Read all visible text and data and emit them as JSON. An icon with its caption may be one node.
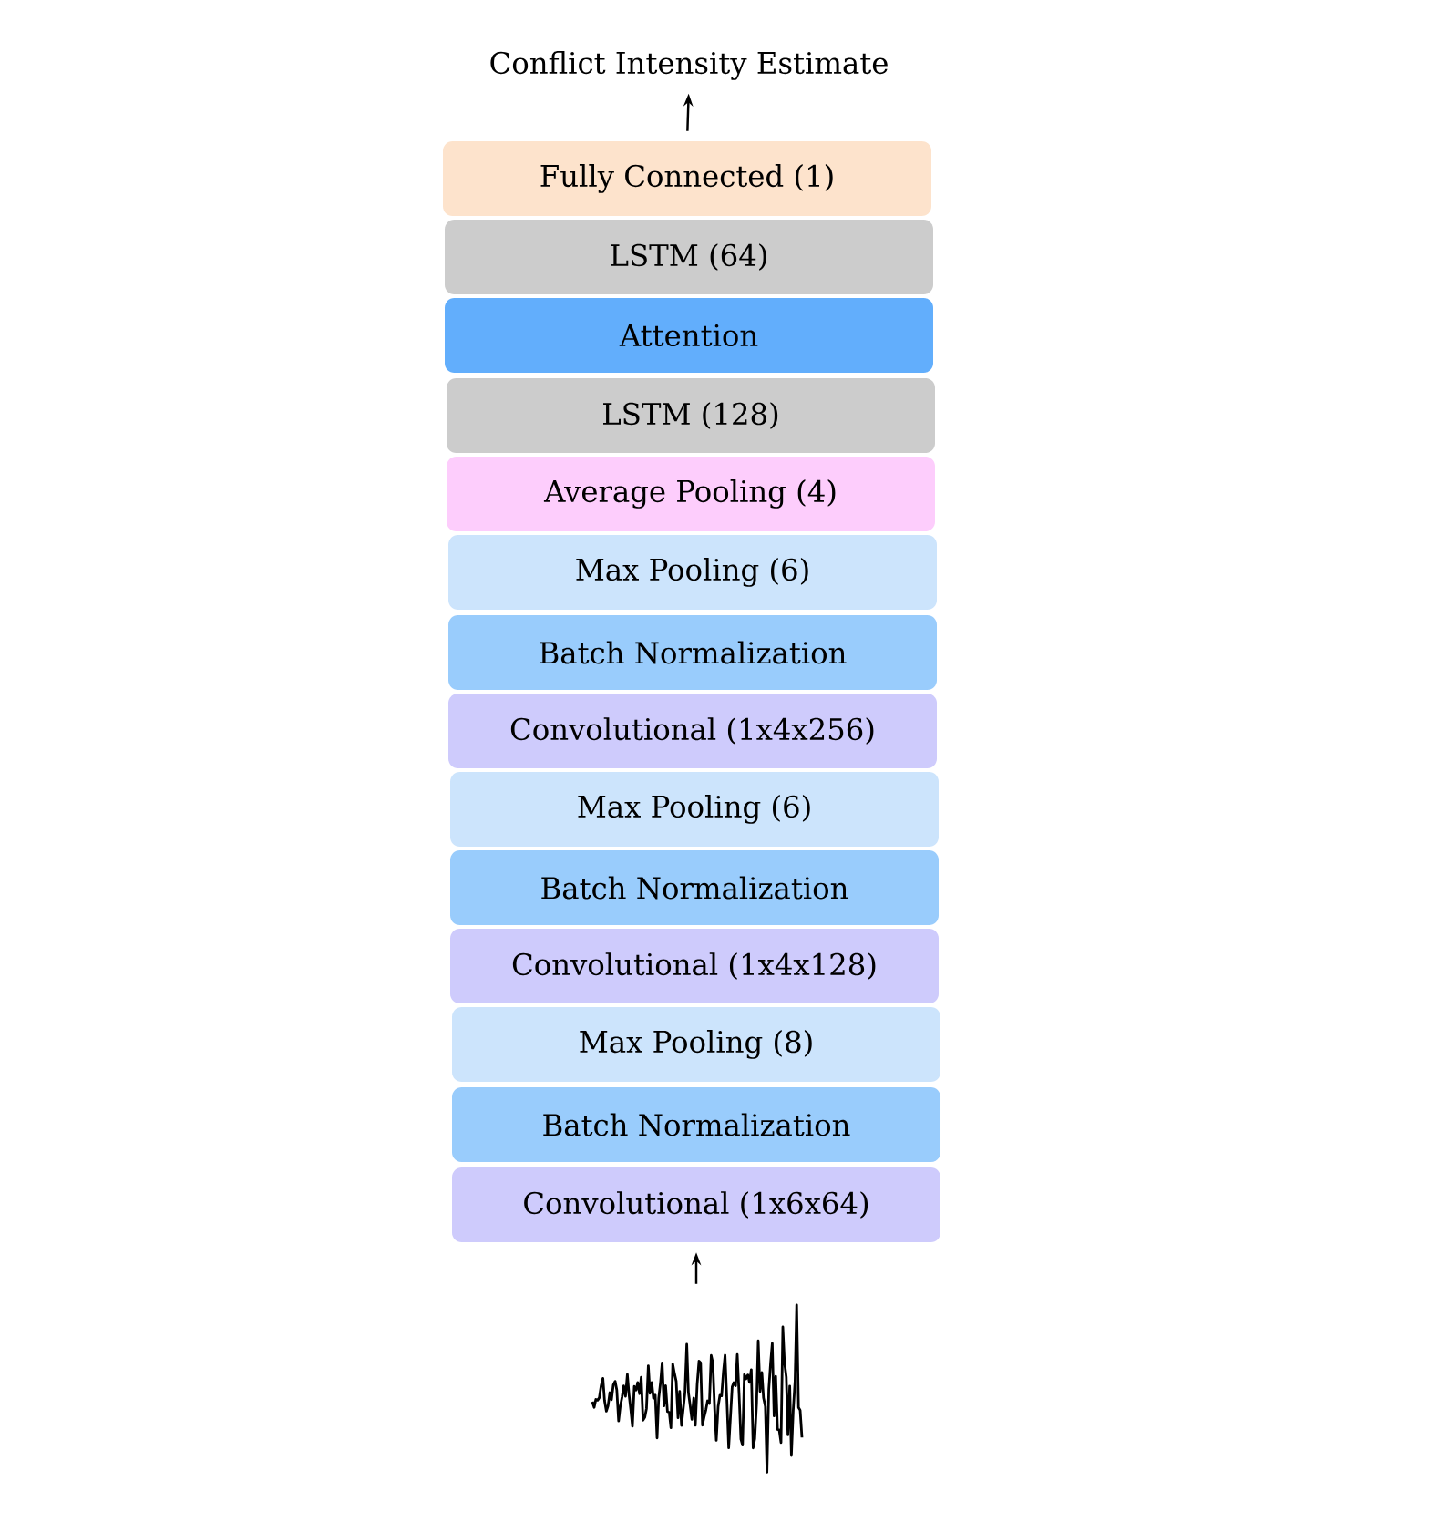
{
  "diagram": {
    "nodes": [
      {
        "text": [
          "Conflict Intensity Estimate"
        ]
      },
      {
        "text": [
          "Fully Connected (1)"
        ]
      },
      {
        "text": [
          "LSTM (64)"
        ]
      },
      {
        "text": [
          "Attention"
        ]
      },
      {
        "text": [
          "LSTM (128)"
        ]
      },
      {
        "text": [
          "Average Pooling (4)"
        ]
      },
      {
        "text": [
          "Max Pooling (6)"
        ]
      },
      {
        "text": [
          "Batch Normalization"
        ]
      },
      {
        "text": [
          "Convolutional (1x4x256)"
        ]
      },
      {
        "text": [
          "Max Pooling (6)"
        ]
      },
      {
        "text": [
          "Batch Normalization"
        ]
      },
      {
        "text": [
          "Convolutional (1x4x128)"
        ]
      },
      {
        "text": [
          "Max Pooling (8)"
        ]
      },
      {
        "text": [
          "Batch Normalization"
        ]
      },
      {
        "text": [
          "Convolutional (1x6x64)"
        ]
      },
      {
        "text": [],
        "shape": "picture"
      }
    ],
    "edges": [
      {
        "from": 1,
        "to": 0,
        "arrow": "to"
      },
      {
        "from": 15,
        "to": 14,
        "arrow": "to"
      }
    ]
  }
}
